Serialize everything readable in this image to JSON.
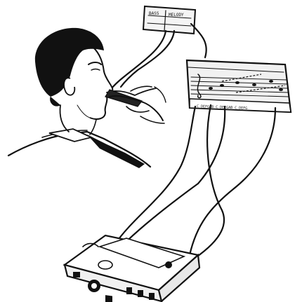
{
  "illustration": {
    "upper_panel": {
      "label_left": "BASS",
      "label_right": "MELODY"
    },
    "keyboard_panel": {
      "note_letters": "C DEFGAB C DEFGAB C DEFG"
    }
  }
}
